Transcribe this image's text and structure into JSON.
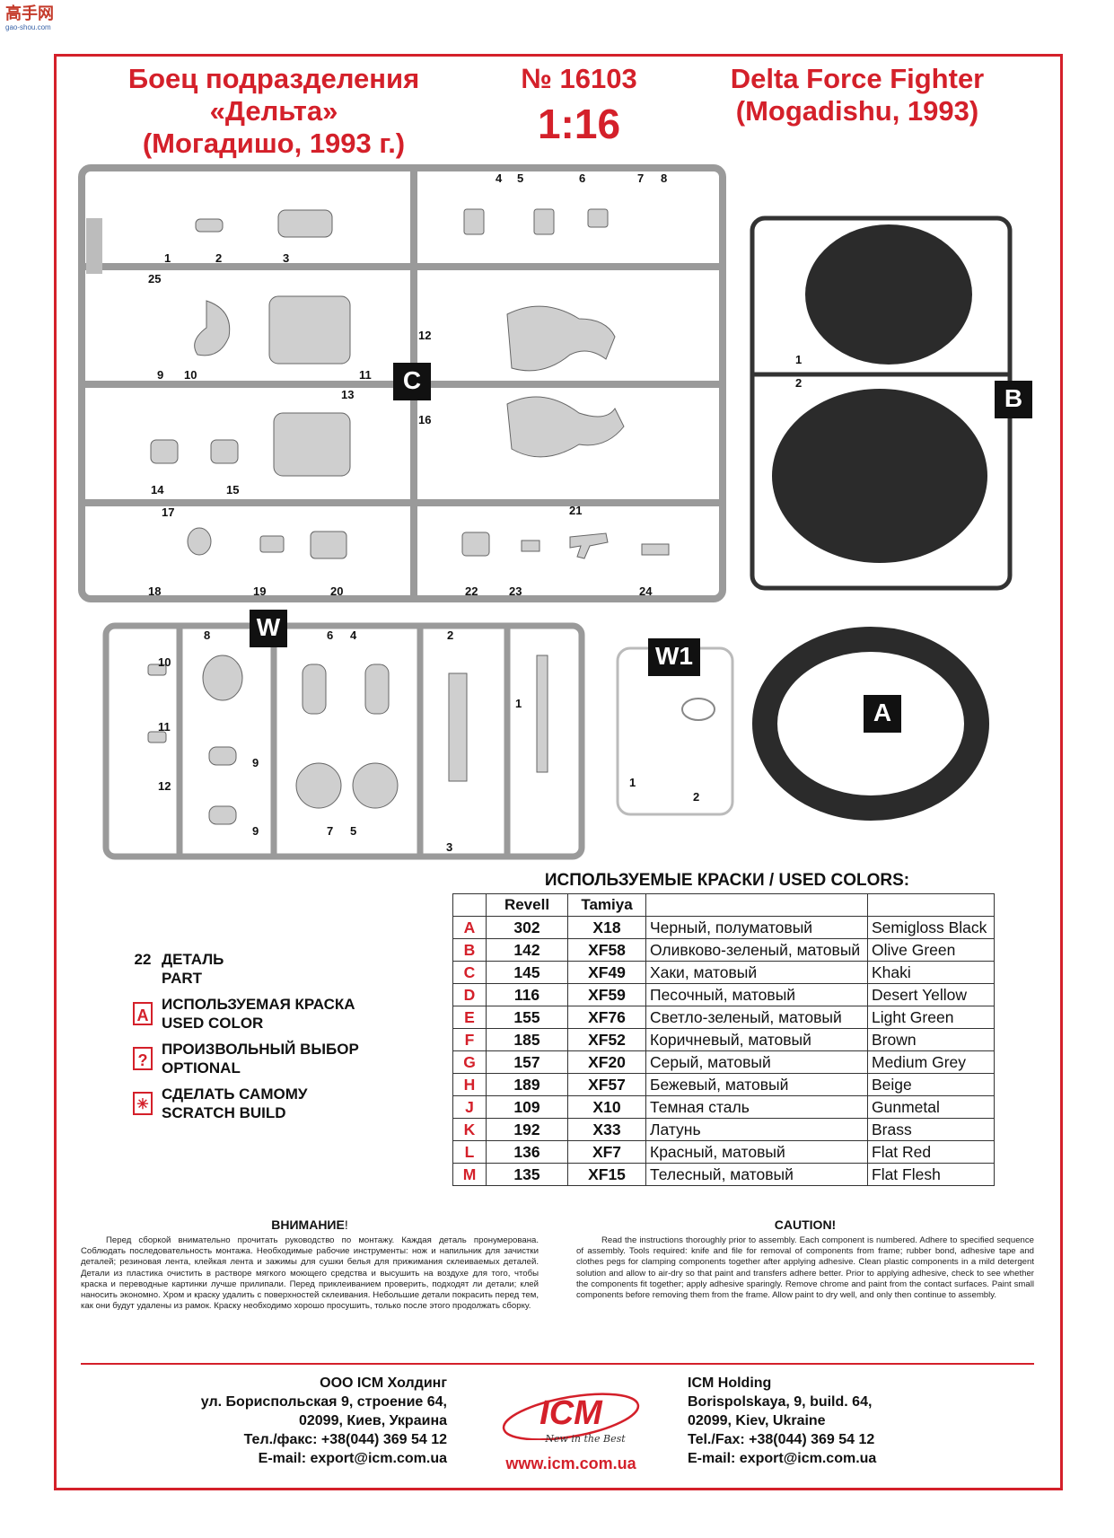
{
  "watermark": {
    "brand": "高手网",
    "url": "gao-shou.com"
  },
  "header": {
    "title_ru": [
      "Боец подразделения",
      "«Дельта»",
      "(Могадишо, 1993 г.)"
    ],
    "kit_number": "№ 16103",
    "scale": "1:16",
    "title_en": [
      "Delta Force Fighter",
      "(Mogadishu, 1993)"
    ]
  },
  "sprues": {
    "C": {
      "label": "C",
      "numbers": [
        "1",
        "2",
        "3",
        "4",
        "5",
        "6",
        "7",
        "8",
        "25",
        "9",
        "10",
        "11",
        "12",
        "13",
        "14",
        "15",
        "16",
        "17",
        "18",
        "19",
        "20",
        "21",
        "22",
        "23",
        "24"
      ]
    },
    "B": {
      "label": "B",
      "numbers": [
        "1",
        "2"
      ]
    },
    "W": {
      "label": "W",
      "numbers": [
        "8",
        "10",
        "11",
        "12",
        "9",
        "9",
        "6",
        "4",
        "7",
        "5",
        "2",
        "1",
        "3"
      ]
    },
    "W1": {
      "label": "W1",
      "numbers": [
        "1",
        "2"
      ]
    },
    "A": {
      "label": "A"
    }
  },
  "colors_section": {
    "title": "ИСПОЛЬЗУЕМЫЕ КРАСКИ / USED COLORS:",
    "headers": [
      "",
      "Revell",
      "Tamiya",
      "",
      ""
    ],
    "rows": [
      {
        "code": "A",
        "revell": "302",
        "tamiya": "X18",
        "ru": "Черный, полуматовый",
        "en": "Semigloss Black"
      },
      {
        "code": "B",
        "revell": "142",
        "tamiya": "XF58",
        "ru": "Оливково-зеленый, матовый",
        "en": "Olive Green"
      },
      {
        "code": "C",
        "revell": "145",
        "tamiya": "XF49",
        "ru": "Хаки, матовый",
        "en": "Khaki"
      },
      {
        "code": "D",
        "revell": "116",
        "tamiya": "XF59",
        "ru": "Песочный, матовый",
        "en": "Desert Yellow"
      },
      {
        "code": "E",
        "revell": "155",
        "tamiya": "XF76",
        "ru": "Светло-зеленый, матовый",
        "en": "Light Green"
      },
      {
        "code": "F",
        "revell": "185",
        "tamiya": "XF52",
        "ru": "Коричневый, матовый",
        "en": "Brown"
      },
      {
        "code": "G",
        "revell": "157",
        "tamiya": "XF20",
        "ru": "Серый, матовый",
        "en": "Medium Grey"
      },
      {
        "code": "H",
        "revell": "189",
        "tamiya": "XF57",
        "ru": "Бежевый, матовый",
        "en": "Beige"
      },
      {
        "code": "J",
        "revell": "109",
        "tamiya": "X10",
        "ru": "Темная сталь",
        "en": "Gunmetal"
      },
      {
        "code": "K",
        "revell": "192",
        "tamiya": "X33",
        "ru": "Латунь",
        "en": "Brass"
      },
      {
        "code": "L",
        "revell": "136",
        "tamiya": "XF7",
        "ru": "Красный, матовый",
        "en": "Flat Red"
      },
      {
        "code": "M",
        "revell": "135",
        "tamiya": "XF15",
        "ru": "Телесный, матовый",
        "en": "Flat Flesh"
      }
    ]
  },
  "legend": {
    "part_number": "22",
    "part": [
      "ДЕТАЛЬ",
      "PART"
    ],
    "used_color_symbol": "A",
    "used_color": [
      "ИСПОЛЬЗУЕМАЯ КРАСКА",
      "USED COLOR"
    ],
    "optional_symbol": "?",
    "optional": [
      "ПРОИЗВОЛЬНЫЙ ВЫБОР",
      "OPTIONAL"
    ],
    "scratch_symbol": "✳",
    "scratch": [
      "СДЕЛАТЬ САМОМУ",
      "SCRATCH BUILD"
    ]
  },
  "warning_ru": {
    "title": "ВНИМАНИЕ",
    "excl": "!",
    "body": "Перед сборкой внимательно прочитать руководство по монтажу. Каждая деталь пронумерована. Соблюдать последовательность монтажа. Необходимые рабочие инструменты: нож и напильник для зачистки деталей; резиновая лента, клейкая лента и зажимы для сушки белья для прижимания склеиваемых деталей. Детали из пластика очистить в растворе мягкого моющего средства и высушить на воздухе для того, чтобы краска и переводные картинки лучше прилипали. Перед приклеиванием проверить, подходят ли детали; клей наносить экономно. Хром и краску удалить с поверхностей склеивания. Небольшие детали покрасить перед тем, как они будут удалены из рамок. Краску необходимо хорошо просушить, только после этого продолжать сборку."
  },
  "warning_en": {
    "title": "CAUTION!",
    "body": "Read the instructions thoroughly prior to assembly. Each component is numbered. Adhere to specified sequence of assembly. Tools required: knife and file for removal of components from frame; rubber bond, adhesive tape and clothes pegs for clamping components together after applying adhesive. Clean plastic components in a mild detergent solution and allow to air-dry so that paint and transfers adhere better. Prior to applying adhesive, check to see whether the components fit together; apply adhesive sparingly. Remove chrome and paint from the contact surfaces. Paint small components before removing them from the frame. Allow paint to dry well, and only then continue to assembly."
  },
  "footer": {
    "ru": [
      "ООО ICM Холдинг",
      "ул. Бориспольская 9, строение 64,",
      "02099, Киев, Украина",
      "Тел./факс: +38(044) 369 54 12",
      "E-mail: export@icm.com.ua"
    ],
    "logo": "ICM",
    "slogan": "New in the Best",
    "url": "www.icm.com.ua",
    "en": [
      "ICM Holding",
      "Borispolskaya, 9, build. 64,",
      "02099, Kiev, Ukraine",
      "Tel./Fax: +38(044) 369 54 12",
      "E-mail: export@icm.com.ua"
    ]
  },
  "accent_color": "#d4202a"
}
